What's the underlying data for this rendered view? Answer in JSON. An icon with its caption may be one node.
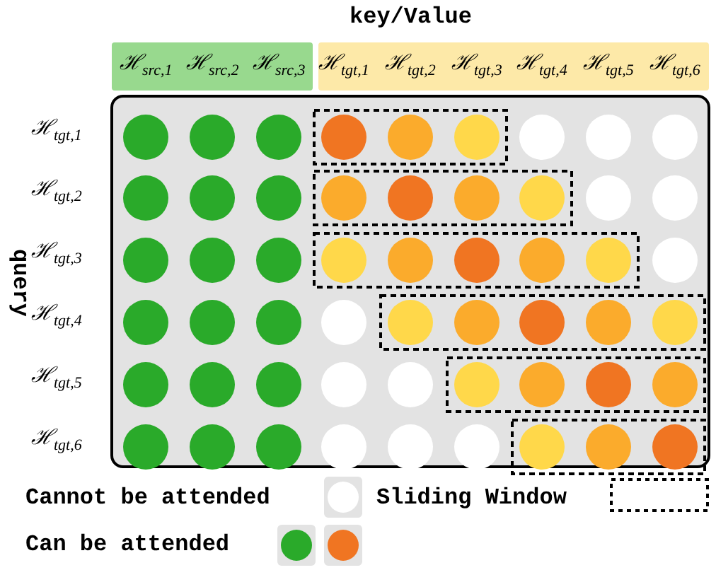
{
  "diagram": {
    "labels": [
      "key/Value",
      "ℋ$_{src,1}$",
      "ℋ$_{src,2}$",
      "ℋ$_{src,3}$",
      "ℋ$_{tgt,1}$",
      "ℋ$_{tgt,2}$",
      "ℋ$_{tgt,3}$",
      "ℋ$_{tgt,4}$",
      "ℋ$_{tgt,5}$",
      "ℋ$_{tgt,6}$",
      "query",
      "ℋ$_{tgt,1}$",
      "ℋ$_{tgt,2}$",
      "ℋ$_{tgt,3}$",
      "ℋ$_{tgt,4}$",
      "ℋ$_{tgt,5}$",
      "ℋ$_{tgt,6}$"
    ],
    "legend": [
      {
        "text": "Cannot be attended"
      },
      {
        "text": "Sliding Window"
      },
      {
        "text": "Can be attended"
      }
    ]
  }
}
